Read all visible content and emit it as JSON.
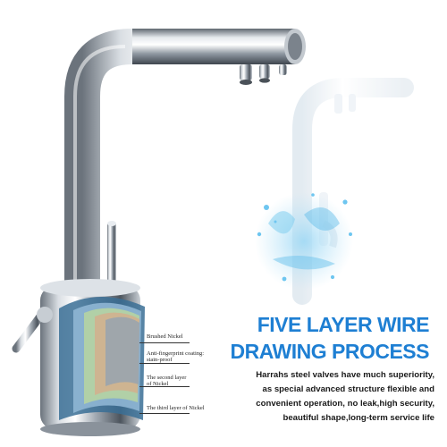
{
  "layers": [
    {
      "label": "Brushed Nickel"
    },
    {
      "label": "Anti-fingerprint coating:\nstain-proof"
    },
    {
      "label": "The second layer\nof Nickel"
    },
    {
      "label": "The third layer of Nickel"
    }
  ],
  "headline": {
    "line1": "FIVE LAYER WIRE",
    "line2": "DRAWING PROCESS"
  },
  "description": {
    "lines": [
      "Harrahs steel valves have much superiority,",
      "as special advanced structure flexible and",
      "convenient operation, no leak,high security,",
      "beautiful shape,long-term service life"
    ]
  },
  "colors": {
    "headline": "#1e7fd3",
    "body_text": "#1a1a1a",
    "chrome_light": "#f4f6f8",
    "chrome_dark": "#5b6470",
    "water": "#6ec6f0"
  }
}
